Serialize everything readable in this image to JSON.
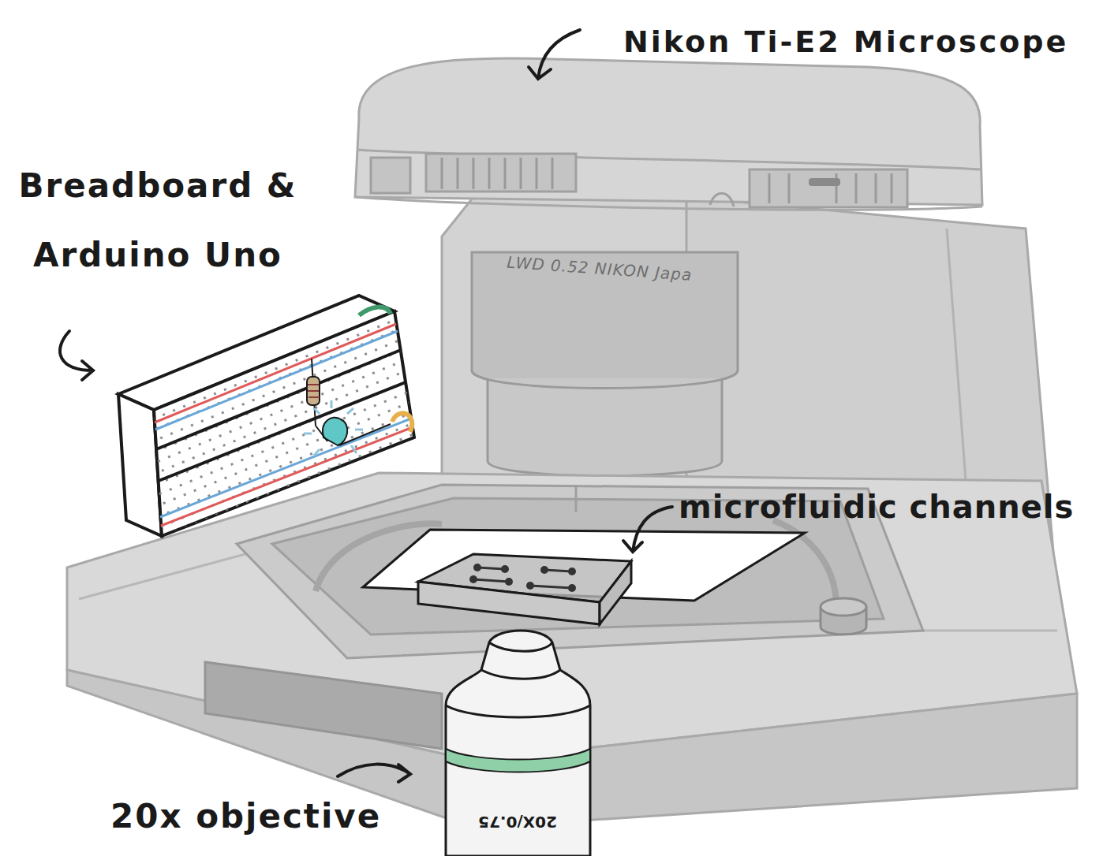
{
  "diagram": {
    "labels": [
      "Nikon Ti-E2 Microscope",
      "Breadboard & Arduino Uno",
      "microfluidic channels",
      "20x objective",
      "LWD 0.52 NIKON Japa",
      "20X/0.75"
    ]
  }
}
